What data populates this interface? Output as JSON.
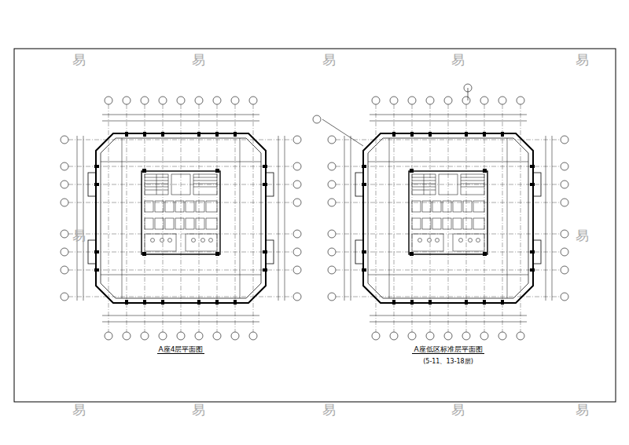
{
  "diagram": {
    "labels": [
      "A座4层平面图",
      "A座低区标准层平面图",
      "(5-11、13-18层)",
      "易",
      "易",
      "易",
      "易",
      "易",
      "易",
      "易",
      "易",
      "易",
      "易",
      "易",
      "易"
    ]
  }
}
